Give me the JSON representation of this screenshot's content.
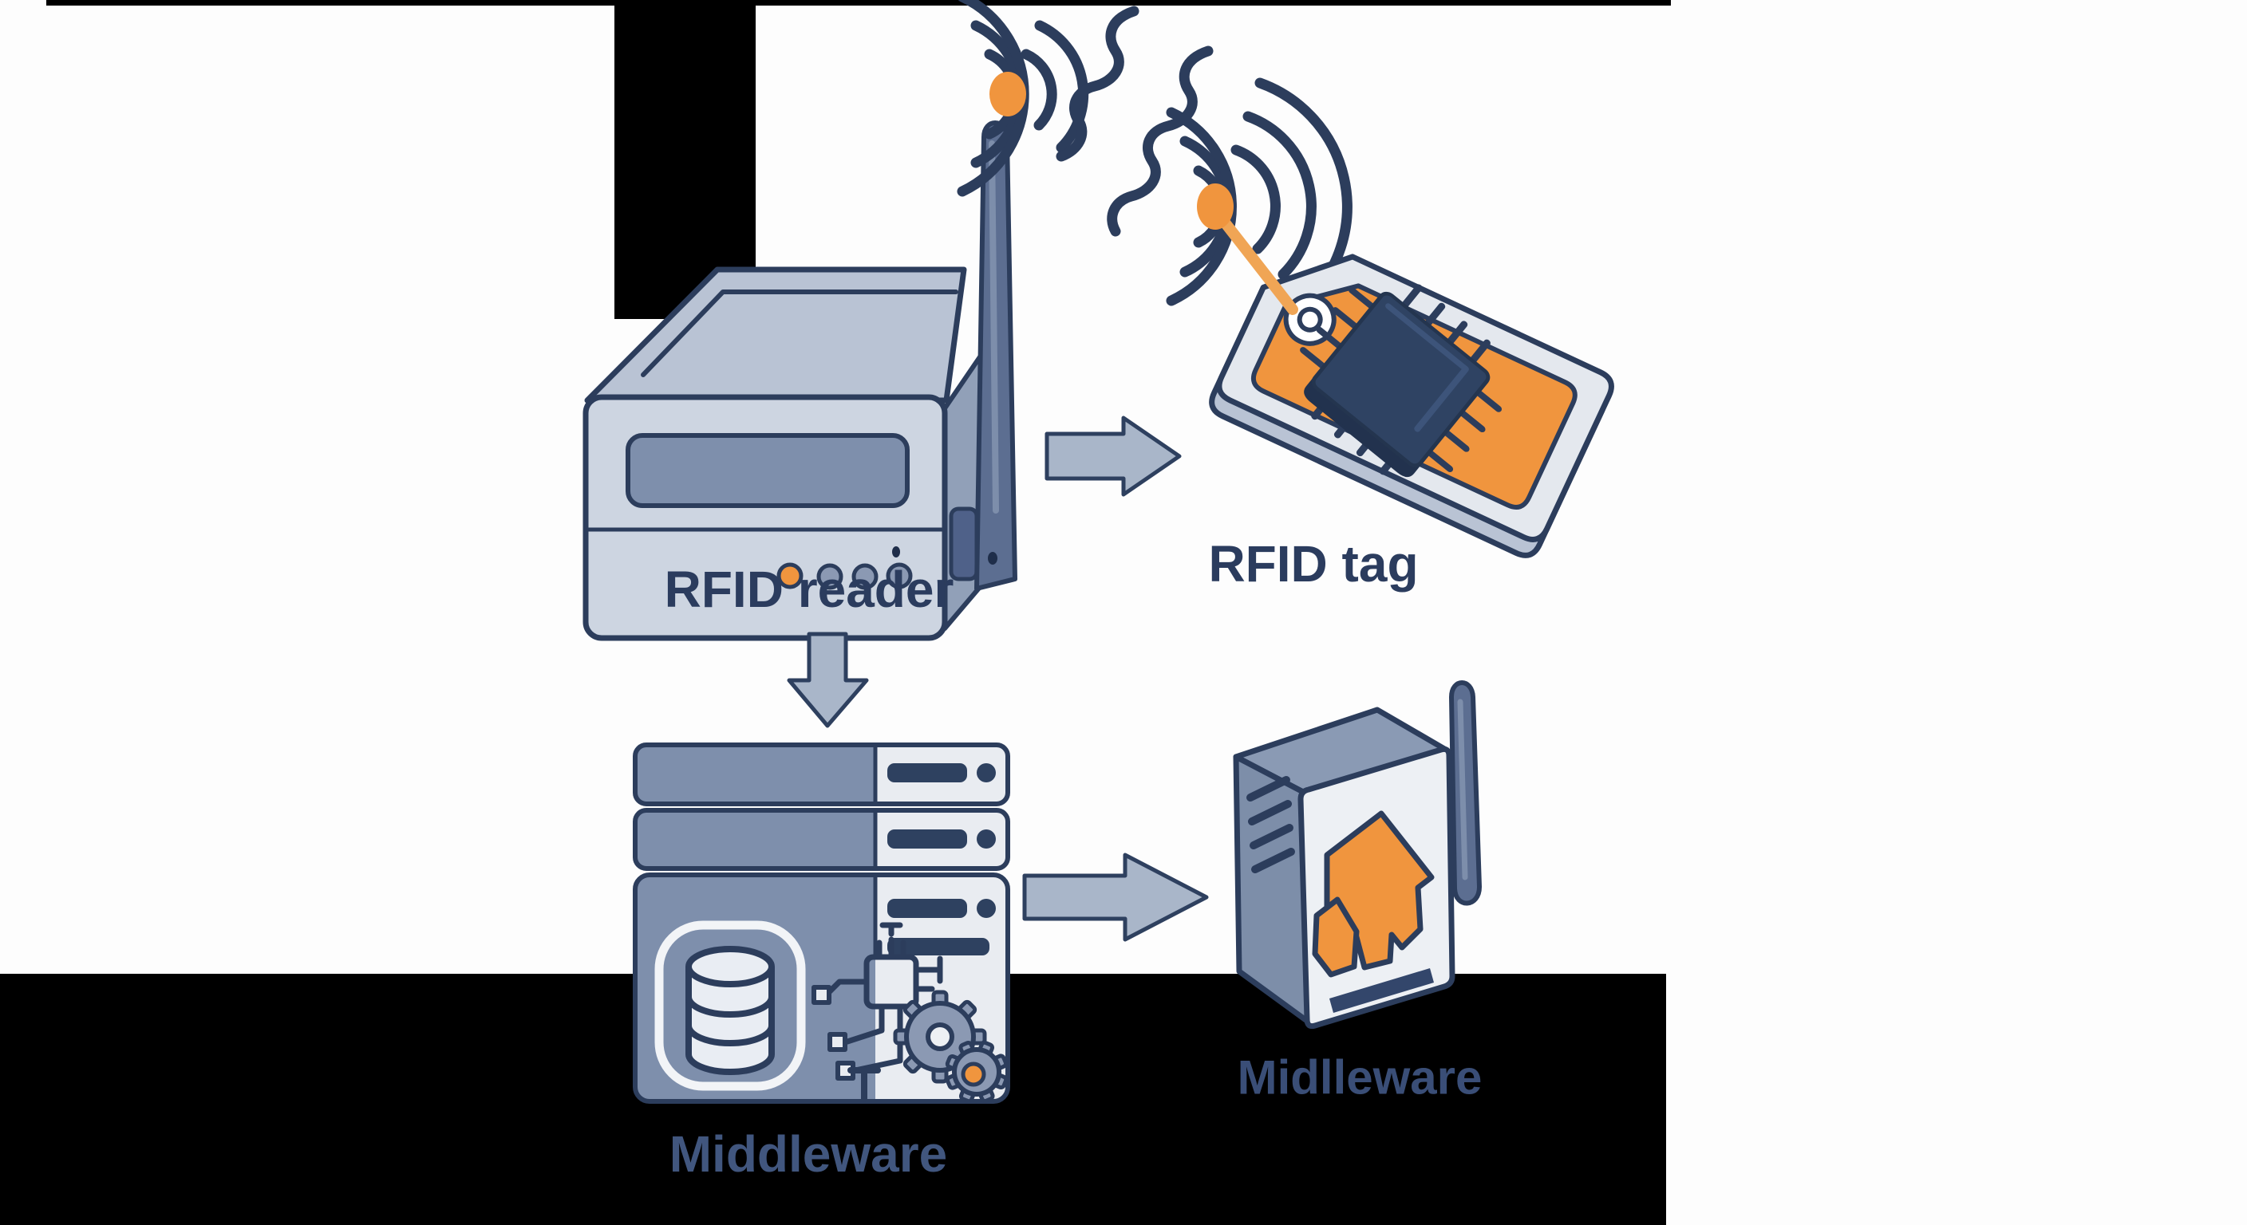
{
  "diagram": {
    "type": "architecture-illustration",
    "topic": "RFID system data flow",
    "nodes": [
      {
        "id": "rfid-reader",
        "label": "RFID reader",
        "icon": "rfid-reader-device-icon"
      },
      {
        "id": "rfid-tag",
        "label": "RFID tag",
        "icon": "rfid-tag-icon"
      },
      {
        "id": "middleware-server",
        "label": "Middleware",
        "icon": "middleware-server-icon"
      },
      {
        "id": "middleware-gateway",
        "label": "Midlleware",
        "icon": "middleware-gateway-icon"
      }
    ],
    "connections": [
      {
        "from": "rfid-reader",
        "to": "rfid-tag",
        "type": "arrow-right"
      },
      {
        "from": "rfid-reader",
        "to": "middleware-server",
        "type": "arrow-down"
      },
      {
        "from": "middleware-server",
        "to": "middleware-gateway",
        "type": "arrow-right"
      }
    ],
    "decorations": [
      "wifi-signal-arcs",
      "rf-wave-squiggles",
      "orange-signal-dots"
    ],
    "colors": {
      "outline_navy": "#2c3d5c",
      "dark_navy_fill": "#2e4160",
      "slate_mid": "#7e8fac",
      "slate_side": "#91a0b8",
      "light_panel": "#e9ecf1",
      "reader_front": "#cdd5e1",
      "reader_top": "#b9c3d4",
      "antenna_slate": "#5c6e91",
      "accent_orange": "#f0953e",
      "arrow_fill": "#a9b6c9",
      "label_navy": "#2b3c5e",
      "canvas_white": "#fdfdfd",
      "background_black": "#000000"
    }
  }
}
